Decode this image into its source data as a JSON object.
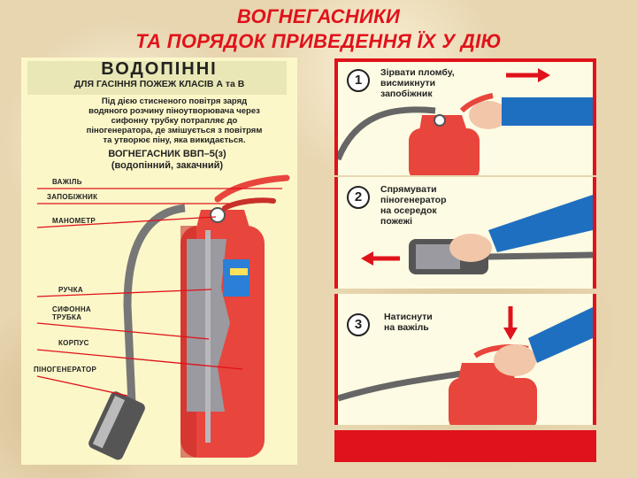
{
  "title": {
    "line1": "ВОГНЕГАСНИКИ",
    "line2": "ТА ПОРЯДОК ПРИВЕДЕННЯ ЇХ У ДІЮ"
  },
  "left_poster": {
    "heading": "ВОДОПІННІ",
    "subheading": "ДЛЯ ГАСІННЯ ПОЖЕЖ КЛАСІВ А та В",
    "description": "Під дією стисненого повітря заряд\nводяного розчину піноутворювача через\nсифонну трубку потрапляє до\nпіногенератора, де змішується з повітрям\nта утворює піну, яка викидається.",
    "model": "ВОГНЕГАСНИК ВВП–5(з)\n(водопінний, закачний)",
    "parts": [
      "ВАЖІЛЬ",
      "ЗАПОБІЖНИК",
      "МАНОМЕТР",
      "РУЧКА",
      "СИФОННА\nТРУБКА",
      "КОРПУС",
      "ПІНОГЕНЕРАТОР"
    ]
  },
  "steps": [
    {
      "number": "1",
      "text": "Зірвати пломбу,\nвисмикнути\nзапобіжник"
    },
    {
      "number": "2",
      "text": "Спрямувати\nпіногенератор\nна осередок\nпожежі"
    },
    {
      "number": "3",
      "text": "Натиснути\nна важіль"
    }
  ],
  "colors": {
    "accent": "#e0121b",
    "extinguisher": "#e8453c",
    "sleeve": "#1f6fc0",
    "poster_bg": "#fbf7c9"
  }
}
